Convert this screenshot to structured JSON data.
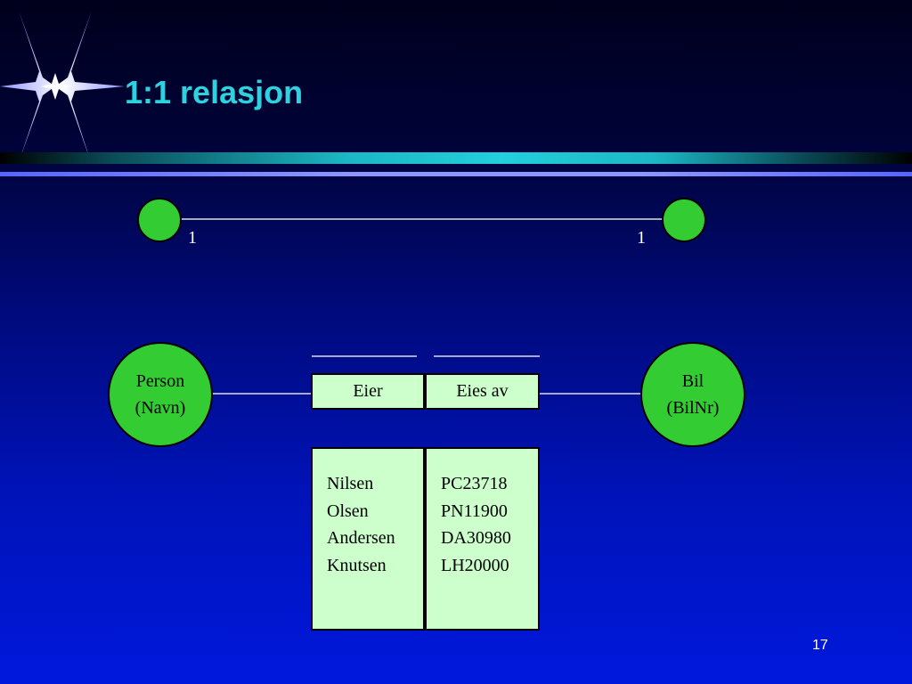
{
  "slide": {
    "title": "1:1 relasjon",
    "page_number": "17"
  },
  "colors": {
    "title": "#2cd2e0",
    "entity_fill": "#33cc33",
    "table_fill": "#ccffcc",
    "background_top": "#00001c",
    "background_bottom": "#0018dc"
  },
  "top_relation": {
    "left_cardinality": "1",
    "right_cardinality": "1"
  },
  "entities": {
    "left": {
      "name": "Person",
      "key": "(Navn)"
    },
    "right": {
      "name": "Bil",
      "key": "(BilNr)"
    }
  },
  "relationship": {
    "left_role": "Eier",
    "right_role": "Eies av"
  },
  "table": {
    "left_values": [
      "Nilsen",
      "Olsen",
      "Andersen",
      "Knutsen"
    ],
    "right_values": [
      "PC23718",
      "PN11900",
      "DA30980",
      "LH20000"
    ]
  }
}
